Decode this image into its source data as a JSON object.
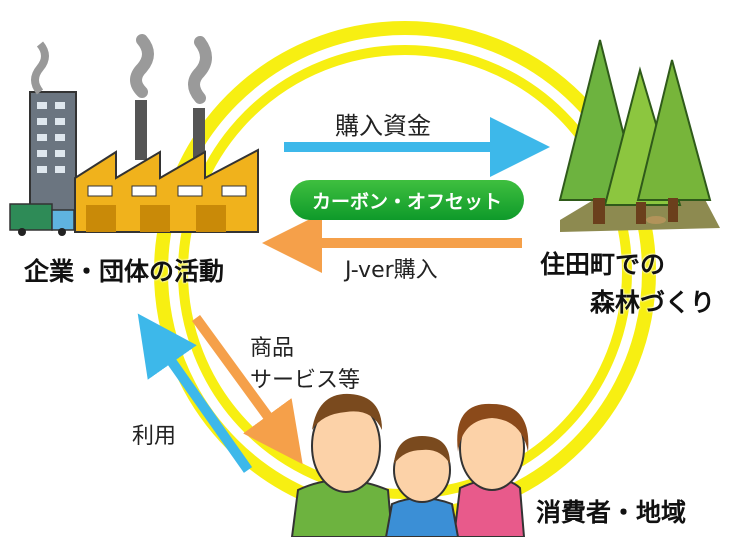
{
  "labels": {
    "purchase_funds": "購入資金",
    "carbon_offset": "カーボン・オフセット",
    "jver_purchase": "J-ver購入",
    "company_activity": "企業・団体の活動",
    "forest_line1": "住田町での",
    "forest_line2": "森林づくり",
    "goods_line1": "商品",
    "goods_line2": "サービス等",
    "use": "利用",
    "consumers": "消費者・地域"
  },
  "colors": {
    "ring": "#f7ef12",
    "arrow_blue": "#3db8ea",
    "arrow_orange": "#f5a04a",
    "pill_green": "#16a530"
  }
}
